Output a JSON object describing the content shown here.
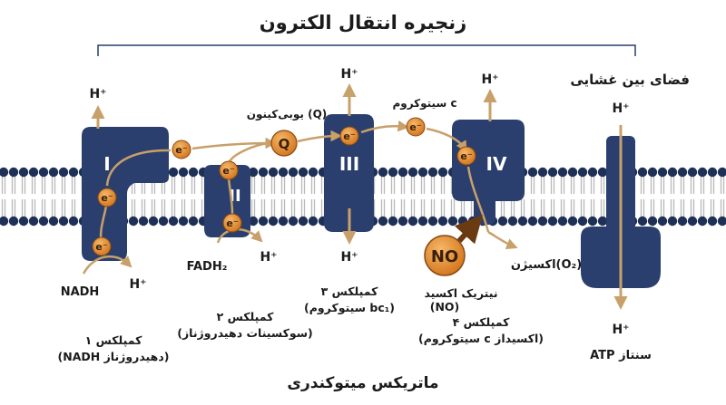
{
  "title": "زنجیره انتقال الکترون",
  "regions": {
    "intermembrane": "فضای بین غشایی",
    "matrix": "ماتریکس میتوکندری"
  },
  "complexes": {
    "c1": {
      "numeral": "I",
      "label1": "کمپلکس ۱",
      "label2": "(NADH دهیدروژناز)"
    },
    "c2": {
      "numeral": "II",
      "label1": "کمپلکس ۲",
      "label2": "(سوکسینات دهیدروژناز)"
    },
    "c3": {
      "numeral": "III",
      "label1": "کمپلکس ۳",
      "label2": "(سیتوکروم bc₁)"
    },
    "c4": {
      "numeral": "IV",
      "label1": "کمپلکس ۴",
      "label2": "(سیتوکروم c اکسیداز)"
    },
    "atp": {
      "label": "ATP سنتاز"
    }
  },
  "carriers": {
    "q_symbol": "Q",
    "q_label": "یوبی‌کینون (Q)",
    "cytc_label": "سیتوکروم c",
    "electron": "e⁻"
  },
  "substrates": {
    "nadh": "NADH",
    "fadh2": "FADH₂",
    "oxygen": "اکسیژن(O₂)",
    "no_symbol": "NO",
    "no_label1": "نیتریک اکسید",
    "no_label2": "(NO)"
  },
  "proton": "H⁺",
  "colors": {
    "complex": "#2a3f6e",
    "electron": "#e08a2e",
    "arrow": "#c8a06a",
    "membrane_head": "#1f3057"
  }
}
